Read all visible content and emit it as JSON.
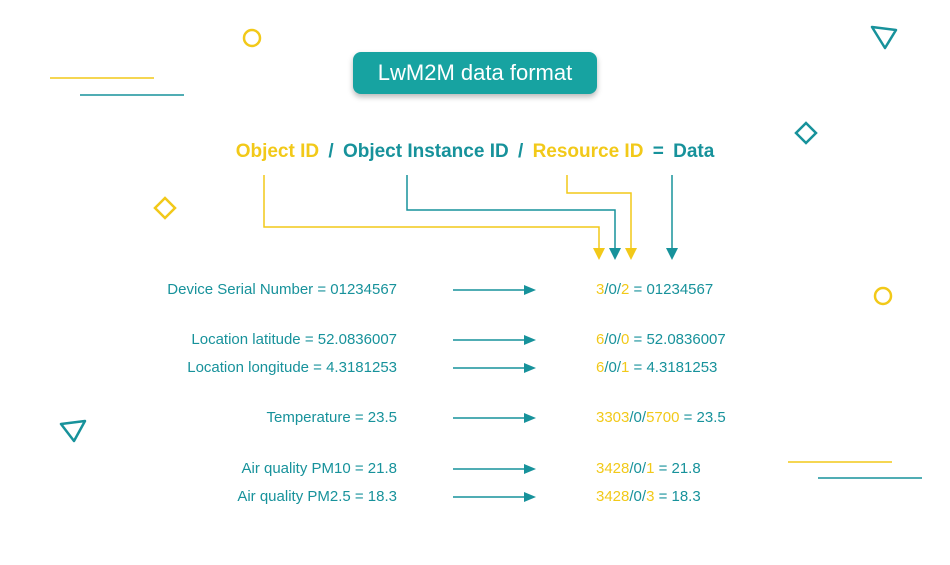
{
  "title": "LwM2M data format",
  "formula": {
    "object_id": "Object ID",
    "sep1": "/",
    "object_instance_id": "Object Instance ID",
    "sep2": "/",
    "resource_id": "Resource ID",
    "equals": "=",
    "data": "Data"
  },
  "rows": [
    {
      "label": "Device Serial Number = 01234567",
      "obj": "3",
      "s1": "/",
      "inst": "0",
      "s2": "/",
      "resource": "2",
      "value": " = 01234567"
    },
    {
      "label": "Location latitude = 52.0836007",
      "obj": "6",
      "s1": "/",
      "inst": "0",
      "s2": "/",
      "resource": "0",
      "value": " = 52.0836007"
    },
    {
      "label": "Location longitude = 4.3181253",
      "obj": "6",
      "s1": "/",
      "inst": "0",
      "s2": "/",
      "resource": "1",
      "value": " = 4.3181253"
    },
    {
      "label": "Temperature = 23.5",
      "obj": "3303",
      "s1": "/",
      "inst": "0",
      "s2": "/",
      "resource": "5700",
      "value": " = 23.5"
    },
    {
      "label": "Air quality PM10 = 21.8",
      "obj": "3428",
      "s1": "/",
      "inst": "0",
      "s2": "/",
      "resource": "1",
      "value": " = 21.8"
    },
    {
      "label": "Air quality PM2.5 = 18.3",
      "obj": "3428",
      "s1": "/",
      "inst": "0",
      "s2": "/",
      "resource": "3",
      "value": " = 18.3"
    }
  ],
  "colors": {
    "yellow": "#f2c919",
    "teal": "#17929b",
    "title_bg": "#17a3a1"
  }
}
